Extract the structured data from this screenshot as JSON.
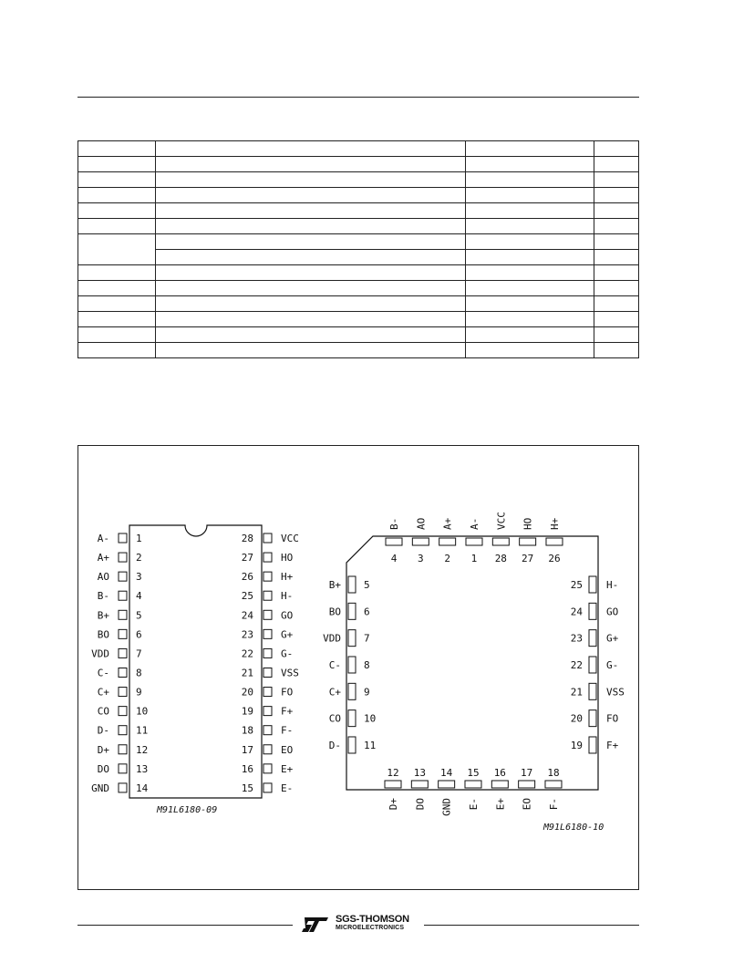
{
  "dip": {
    "part_code": "M91L6180-09",
    "left_pins": [
      [
        "A-",
        "1"
      ],
      [
        "A+",
        "2"
      ],
      [
        "AO",
        "3"
      ],
      [
        "B-",
        "4"
      ],
      [
        "B+",
        "5"
      ],
      [
        "BO",
        "6"
      ],
      [
        "VDD",
        "7"
      ],
      [
        "C-",
        "8"
      ],
      [
        "C+",
        "9"
      ],
      [
        "CO",
        "10"
      ],
      [
        "D-",
        "11"
      ],
      [
        "D+",
        "12"
      ],
      [
        "DO",
        "13"
      ],
      [
        "GND",
        "14"
      ]
    ],
    "right_pins": [
      [
        "28",
        "VCC"
      ],
      [
        "27",
        "HO"
      ],
      [
        "26",
        "H+"
      ],
      [
        "25",
        "H-"
      ],
      [
        "24",
        "GO"
      ],
      [
        "23",
        "G+"
      ],
      [
        "22",
        "G-"
      ],
      [
        "21",
        "VSS"
      ],
      [
        "20",
        "FO"
      ],
      [
        "19",
        "F+"
      ],
      [
        "18",
        "F-"
      ],
      [
        "17",
        "EO"
      ],
      [
        "16",
        "E+"
      ],
      [
        "15",
        "E-"
      ]
    ]
  },
  "plcc": {
    "part_code": "M91L6180-10",
    "top_pins": [
      [
        "B-",
        "4"
      ],
      [
        "AO",
        "3"
      ],
      [
        "A+",
        "2"
      ],
      [
        "A-",
        "1"
      ],
      [
        "VCC",
        "28"
      ],
      [
        "HO",
        "27"
      ],
      [
        "H+",
        "26"
      ]
    ],
    "left_pins": [
      [
        "B+",
        "5"
      ],
      [
        "BO",
        "6"
      ],
      [
        "VDD",
        "7"
      ],
      [
        "C-",
        "8"
      ],
      [
        "C+",
        "9"
      ],
      [
        "CO",
        "10"
      ],
      [
        "D-",
        "11"
      ]
    ],
    "right_pins": [
      [
        "25",
        "H-"
      ],
      [
        "24",
        "GO"
      ],
      [
        "23",
        "G+"
      ],
      [
        "22",
        "G-"
      ],
      [
        "21",
        "VSS"
      ],
      [
        "20",
        "FO"
      ],
      [
        "19",
        "F+"
      ]
    ],
    "bottom_pins": [
      [
        "12",
        "D+"
      ],
      [
        "13",
        "DO"
      ],
      [
        "14",
        "GND"
      ],
      [
        "15",
        "E-"
      ],
      [
        "16",
        "E+"
      ],
      [
        "17",
        "EO"
      ],
      [
        "18",
        "F-"
      ]
    ]
  },
  "footer": {
    "brand": "SGS-THOMSON",
    "sub": "MICROELECTRONICS"
  }
}
